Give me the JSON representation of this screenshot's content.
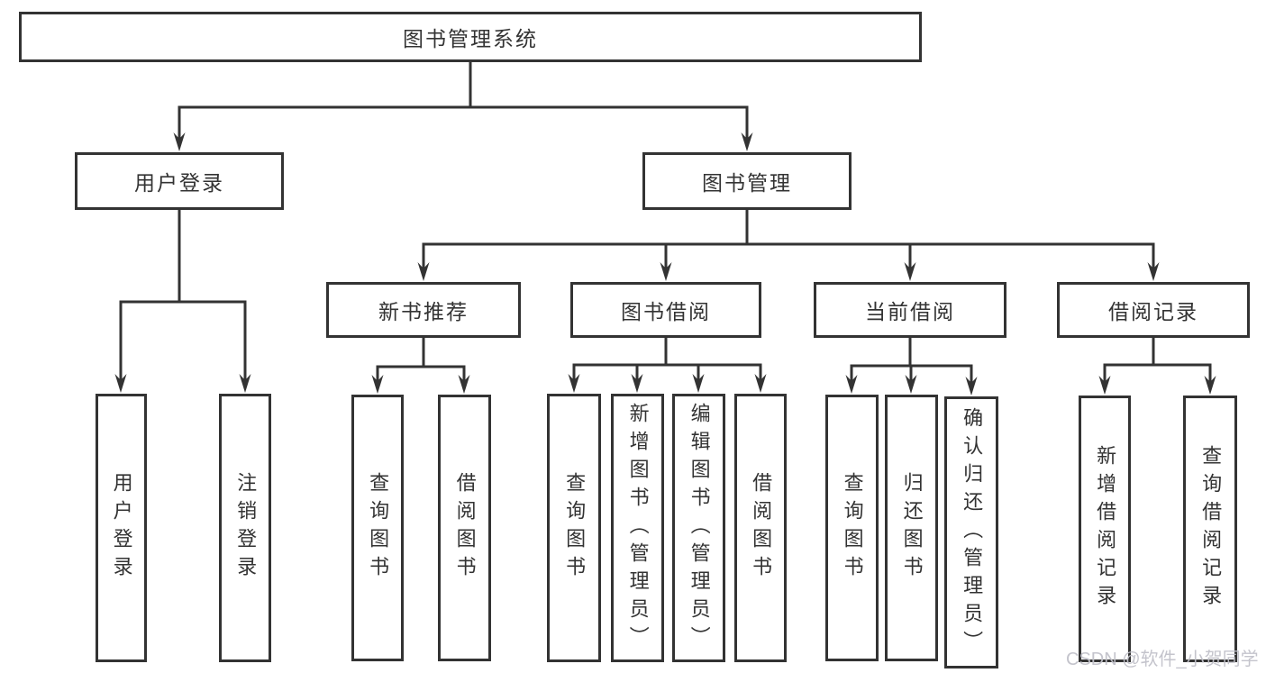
{
  "diagram_title": "图书管理系统",
  "tree": {
    "root": {
      "label": "图书管理系统"
    },
    "level2": [
      {
        "label": "用户登录",
        "children": [
          {
            "label": "用户登录"
          },
          {
            "label": "注销登录"
          }
        ]
      },
      {
        "label": "图书管理",
        "children": [
          {
            "label": "新书推荐",
            "children": [
              {
                "label": "查询图书"
              },
              {
                "label": "借阅图书"
              }
            ]
          },
          {
            "label": "图书借阅",
            "children": [
              {
                "label": "查询图书"
              },
              {
                "label": "新增图书（管理员）"
              },
              {
                "label": "编辑图书（管理员）"
              },
              {
                "label": "借阅图书"
              }
            ]
          },
          {
            "label": "当前借阅",
            "children": [
              {
                "label": "查询图书"
              },
              {
                "label": "归还图书"
              },
              {
                "label": "确认归还（管理员）"
              }
            ]
          },
          {
            "label": "借阅记录",
            "children": [
              {
                "label": "新增借阅记录"
              },
              {
                "label": "查询借阅记录"
              }
            ]
          }
        ]
      }
    ]
  },
  "watermark": "CSDN @软件_小贺同学",
  "colors": {
    "line": "#333333",
    "box_border": "#333333",
    "text": "#333333",
    "watermark": "#c1c1c9",
    "background": "#ffffff"
  }
}
